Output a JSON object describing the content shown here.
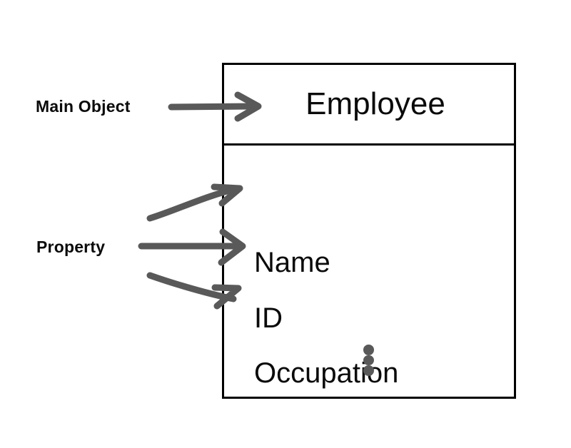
{
  "diagram": {
    "type": "uml-class-annotated",
    "background_color": "#ffffff",
    "stroke_color": "#000000",
    "annotation_color": "#595959",
    "class_box": {
      "title": "Employee",
      "attributes": [
        "Name",
        "ID",
        "Occupation"
      ],
      "continuation_marker": "vertical-ellipsis"
    },
    "annotations": [
      {
        "label": "Main Object",
        "target": "Employee",
        "arrow": "straight"
      },
      {
        "label": "Property",
        "targets": [
          "Name",
          "ID",
          "Occupation"
        ],
        "arrows": [
          "curve-up",
          "straight",
          "curve-down"
        ]
      }
    ]
  }
}
